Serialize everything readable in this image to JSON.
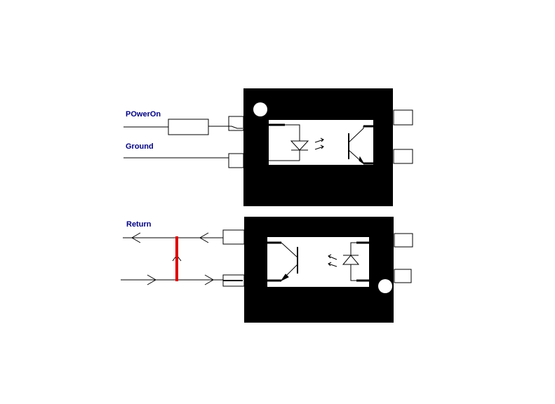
{
  "labels": {
    "power_on": "POwerOn",
    "ground": "Ground",
    "return": "Return"
  },
  "colors": {
    "label": "#000080",
    "package": "#000000",
    "wire": "#000000",
    "highlight": "#e00000",
    "background": "#ffffff"
  },
  "components": {
    "top": "optocoupler with LED input and phototransistor output",
    "bottom": "optocoupler with phototransistor and LED, mirrored"
  }
}
